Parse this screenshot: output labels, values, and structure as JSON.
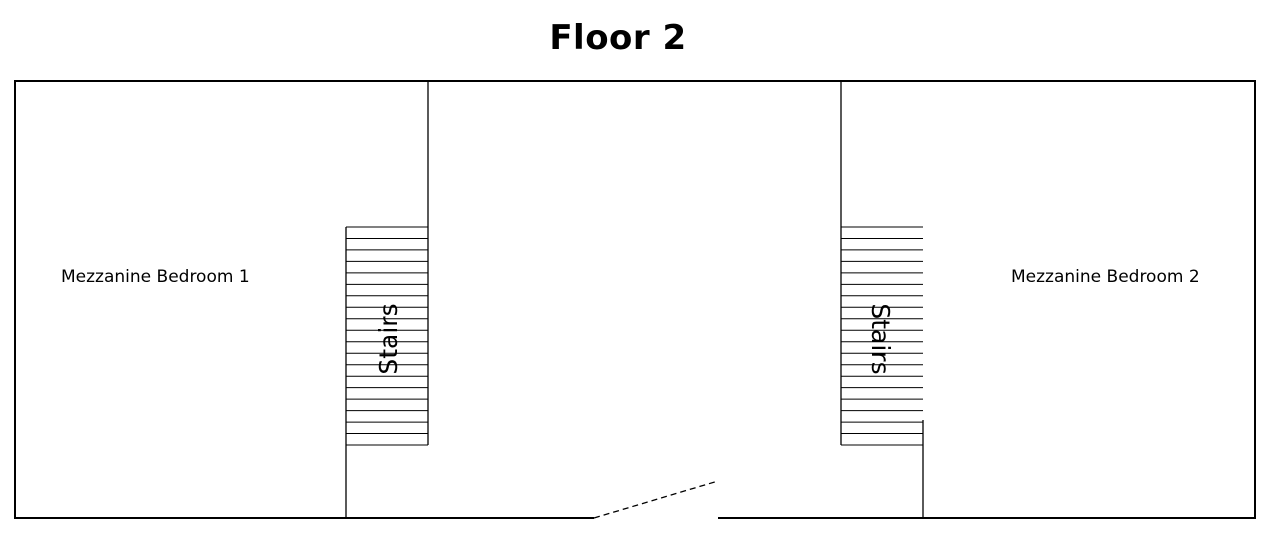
{
  "title": "Floor 2",
  "rooms": {
    "left_bedroom": "Mezzanine Bedroom 1",
    "right_bedroom": "Mezzanine Bedroom 2"
  },
  "stairs": {
    "left_label": "Stairs",
    "right_label": "Stairs"
  },
  "colors": {
    "line": "#000000",
    "background": "#ffffff"
  }
}
